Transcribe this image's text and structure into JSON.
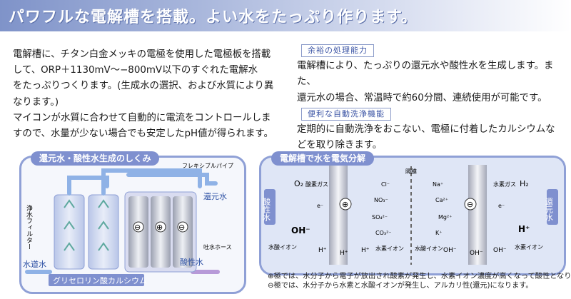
{
  "header": {
    "title": "パワフルな電解槽を搭載。よい水をたっぷり作ります。"
  },
  "intro": {
    "lines": [
      "電解槽に、チタン白金メッキの電極を使用した電極板を搭載",
      "して、ORP＋1130mV〜−800mV以下のすぐれた電解水",
      "をたっぷりつくります。(生成水の選択、および水質により異",
      "なります。)",
      "マイコンが水質に合わせて自動的に電流をコントロールしま",
      "すので、水量が少ない場合でも安定したpH値が得られます。"
    ]
  },
  "features": [
    {
      "tag": "余裕の処理能力",
      "lines": [
        "電解槽により、たっぷりの還元水や酸性水を生成します。また、",
        "還元水の場合、常温時で約60分間、連続使用が可能です。"
      ]
    },
    {
      "tag": "便利な自動洗浄機能",
      "lines": [
        "定期的に自動洗浄をおこない、電極に付着したカルシウムな",
        "どを取り除きます。"
      ]
    }
  ],
  "diagram1": {
    "title": "還元水・酸性水生成のしくみ",
    "labels": {
      "flexible_pipe": "フレキシブルパイプ",
      "filter": "浄水フィルター",
      "reduced_water": "還元水",
      "outlet_hose": "吐水ホース",
      "acidic_water": "酸性水",
      "tap_water": "水道水",
      "calcium": "グリセロリン酸カルシウム"
    },
    "minus": "⊖",
    "plus": "⊕"
  },
  "diagram2": {
    "title": "電解槽で水を電気分解",
    "left_side": "酸性水",
    "right_side": "還元水",
    "membrane": "隔膜",
    "o2": "O₂",
    "oxygen_gas": "酸素ガス",
    "h2": "H₂",
    "hydrogen_gas": "水素ガス",
    "oh_minus": "OH⁻",
    "h_plus": "H⁺",
    "e_minus": "e⁻",
    "hydroxide_ion": "水酸イオン",
    "hydrogen_ion": "水素イオン",
    "anions": [
      "Cl⁻",
      "NO₃⁻",
      "SO₄²⁻",
      "CO₃²⁻"
    ],
    "cations": [
      "Na⁺",
      "Ca²⁺",
      "Mg²⁺",
      "K⁺"
    ]
  },
  "notes": [
    "⊕極では、水分子から電子が放出され酸素が発生し、水素イオン濃度が高くなって酸性となり、",
    "⊖極では、水分子から水素と水酸イオンが発生し、アルカリ性(還元)になります。"
  ],
  "colors": {
    "accent": "#7f90cf",
    "panel_border": "#8fa0d6",
    "tag_text": "#3c55a5"
  }
}
